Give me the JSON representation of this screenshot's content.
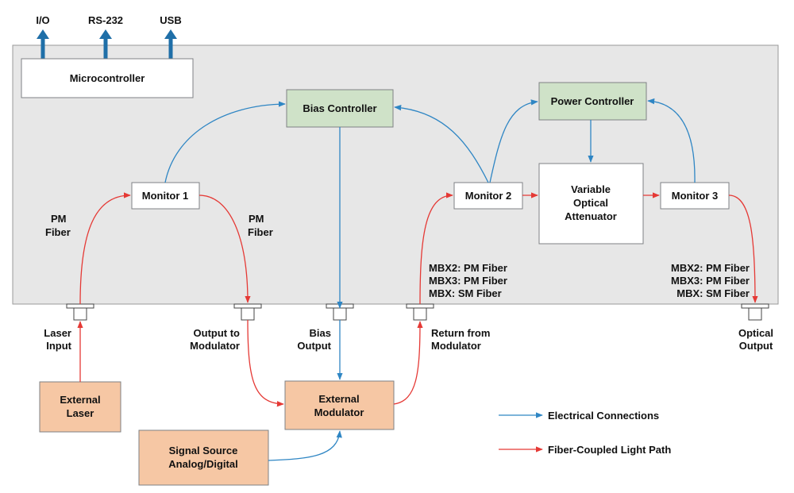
{
  "ports": {
    "io": "I/O",
    "rs232": "RS-232",
    "usb": "USB"
  },
  "blocks": {
    "microcontroller": "Microcontroller",
    "bias_controller": "Bias Controller",
    "power_controller": "Power Controller",
    "monitor1": "Monitor 1",
    "monitor2": "Monitor 2",
    "monitor3": "Monitor 3",
    "voa": [
      "Variable",
      "Optical",
      "Attenuator"
    ],
    "external_laser": [
      "External",
      "Laser"
    ],
    "external_modulator": [
      "External",
      "Modulator"
    ],
    "signal_source": [
      "Signal Source",
      "Analog/Digital"
    ]
  },
  "labels": {
    "pm_fiber_left": [
      "PM",
      "Fiber"
    ],
    "pm_fiber_right": [
      "PM",
      "Fiber"
    ],
    "mbx_return": [
      "MBX2: PM Fiber",
      "MBX3: PM Fiber",
      "MBX: SM Fiber"
    ],
    "mbx_output": [
      "MBX2: PM Fiber",
      "MBX3: PM Fiber",
      "MBX: SM Fiber"
    ],
    "laser_input": [
      "Laser",
      "Input"
    ],
    "output_to_modulator": [
      "Output to",
      "Modulator"
    ],
    "bias_output": [
      "Bias",
      "Output"
    ],
    "return_from_modulator": [
      "Return from",
      "Modulator"
    ],
    "optical_output": [
      "Optical",
      "Output"
    ]
  },
  "legend": {
    "electrical": "Electrical Connections",
    "fiber": "Fiber-Coupled Light Path"
  },
  "colors": {
    "enclosure": "#e7e7e7",
    "electrical": "#2f86c4",
    "fiber": "#e53935",
    "port_arrow": "#1f6fa8",
    "controller_fill": "#cfe2c8",
    "external_fill": "#f6c7a4"
  }
}
